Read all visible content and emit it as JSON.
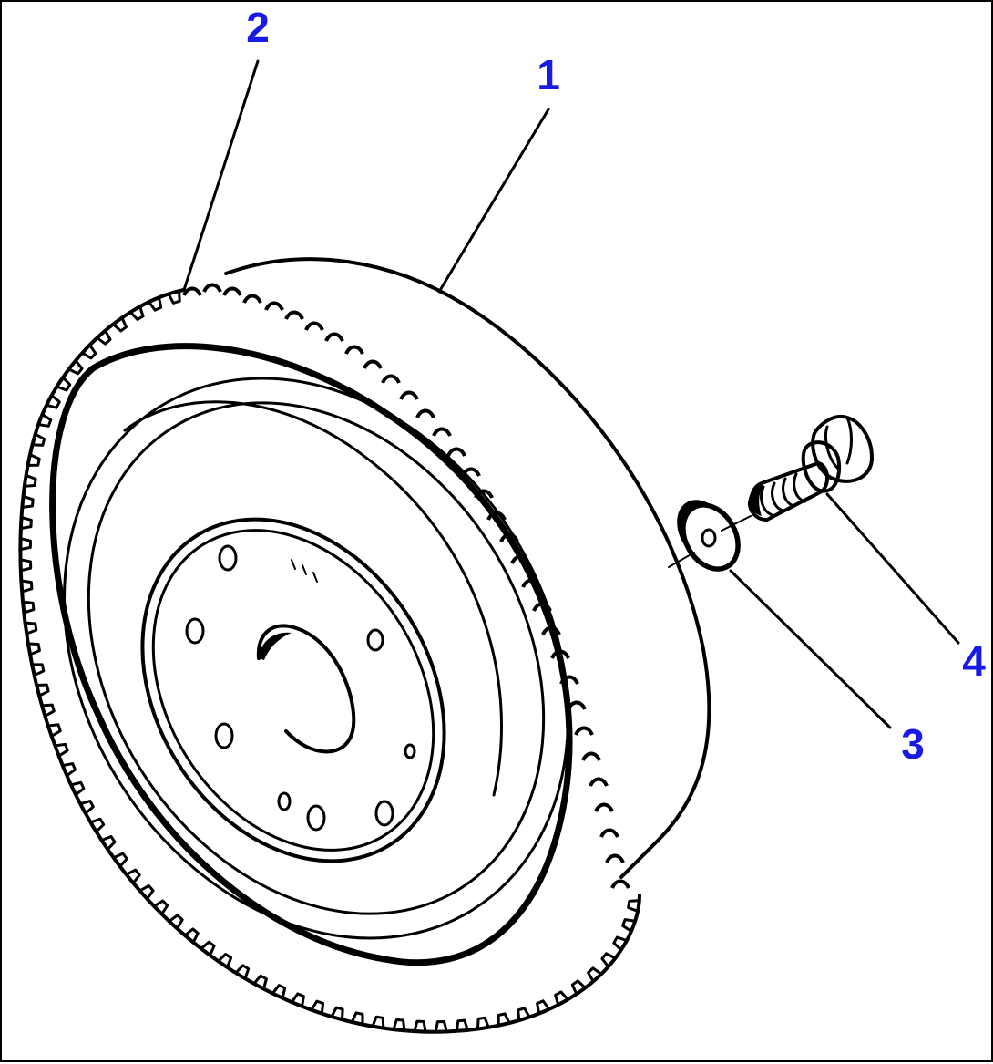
{
  "diagram": {
    "callout_color": "#1a1ae6",
    "line_color": "#000000",
    "background": "#ffffff",
    "parts": [
      {
        "number": "1",
        "part": "flywheel"
      },
      {
        "number": "2",
        "part": "ring-gear"
      },
      {
        "number": "3",
        "part": "washer"
      },
      {
        "number": "4",
        "part": "bolt"
      }
    ]
  }
}
